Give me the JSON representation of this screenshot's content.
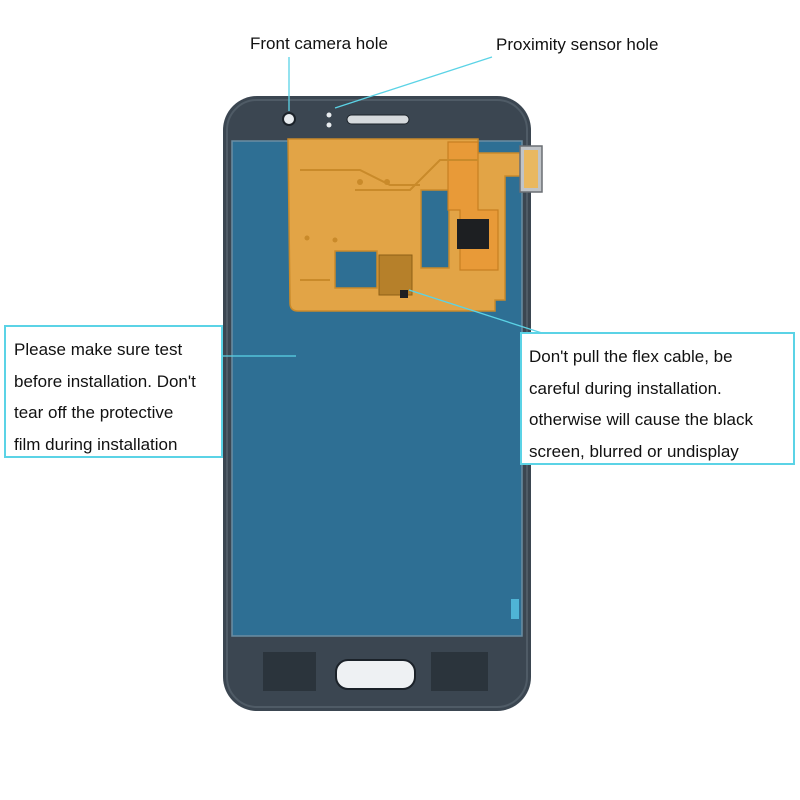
{
  "labels": {
    "front_camera_hole": "Front camera hole",
    "proximity_sensor_hole": "Proximity sensor hole"
  },
  "callouts": {
    "left": [
      "Please make sure test",
      "before installation. Don't",
      "tear off the protective",
      "film during installation"
    ],
    "right": [
      "Don't pull the flex cable, be",
      "careful during installation.",
      "otherwise will cause the black",
      "screen, blurred or undisplay"
    ]
  },
  "colors": {
    "callout_border": "#5bd3e6",
    "leader_line": "#5bd3e6",
    "phone_frame": "#3a4550",
    "lcd_panel": "#2d6f94",
    "flex_cable": "#e0a040"
  }
}
